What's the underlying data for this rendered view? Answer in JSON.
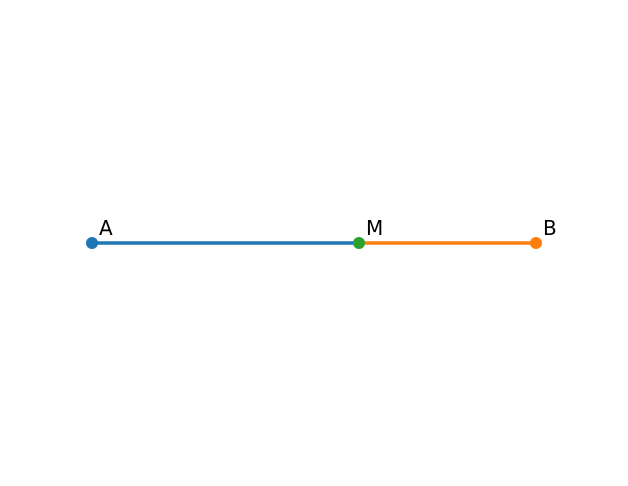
{
  "diagram": {
    "points": [
      {
        "id": "A",
        "label": "A",
        "color": "#1f77b4"
      },
      {
        "id": "M",
        "label": "M",
        "color": "#2ca02c"
      },
      {
        "id": "B",
        "label": "B",
        "color": "#ff7f0e"
      }
    ],
    "segments": [
      {
        "from": "A",
        "to": "M",
        "color": "#1f77b4"
      },
      {
        "from": "M",
        "to": "B",
        "color": "#ff7f0e"
      }
    ]
  }
}
